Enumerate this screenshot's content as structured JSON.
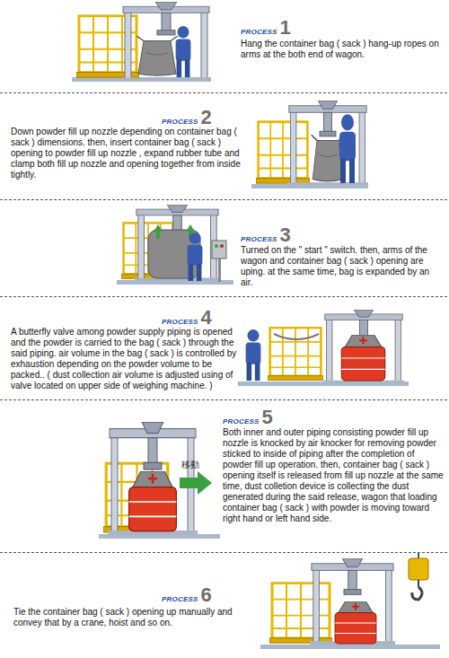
{
  "diagram": {
    "nodes": [
      {
        "text": [
          "PROCESS",
          "1",
          "Hang the container bag ( sack ) hang-up ropes on arms at the both end of wagon."
        ]
      },
      {
        "text": [
          "PROCESS",
          "2",
          "Down powder fill up nozzle depending on container bag ( sack ) dimensions. then, insert container bag ( sack ) opening to powder fill up nozzle , expand rubber tube and clamp both fill up nozzle and opening together from inside tightly."
        ]
      },
      {
        "text": [
          "PROCESS",
          "3",
          "Turned on the \" start \" switch. then, arms of the wagon and container bag ( sack ) opening are uping. at the same time, bag is expanded by an air."
        ]
      },
      {
        "text": [
          "PROCESS",
          "4",
          "A butterfly valve among powder supply piping is opened and the powder is carried to the bag ( sack ) through the said piping. air volume in the bag ( sack ) is controlled by exhaustion depending on the powder volume to be packed.. ( dust collection air volume is adjusted using of valve located on upper side of weighing machine. )"
        ]
      },
      {
        "text": [
          "PROCESS",
          "5",
          "Both inner and outer piping consisting powder fill up nozzle is knocked by air knocker for removing powder sticked to inside of piping after the completion of powder fill up operation. then, container bag ( sack ) opening itself is released from fill up nozzle at the same time, dust colletion device is collecting the dust generated during the said release, wagon that loading container bag ( sack ) with powder is moving toward right hand or left hand side."
        ]
      },
      {
        "text": [
          "PROCESS",
          "6",
          "Tie the container bag ( sack ) opening up manually and convey that by a crane, hoist and so on."
        ]
      }
    ],
    "labels": [
      "移動"
    ]
  }
}
